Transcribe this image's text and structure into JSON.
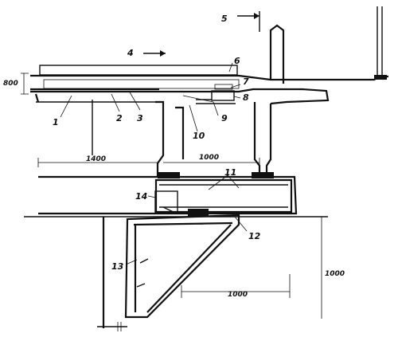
{
  "callouts": [
    "1",
    "2",
    "3",
    "4",
    "5",
    "6",
    "7",
    "8",
    "9",
    "10",
    "11",
    "12",
    "13",
    "14"
  ],
  "dimensions": {
    "deck_depth": "800",
    "left_span": "1400",
    "upper_width": "1000",
    "corbel_height": "1000",
    "corbel_width": "1000"
  },
  "direction_arrows": [
    {
      "label": "4",
      "direction": "right"
    },
    {
      "label": "5",
      "direction": "right"
    }
  ]
}
